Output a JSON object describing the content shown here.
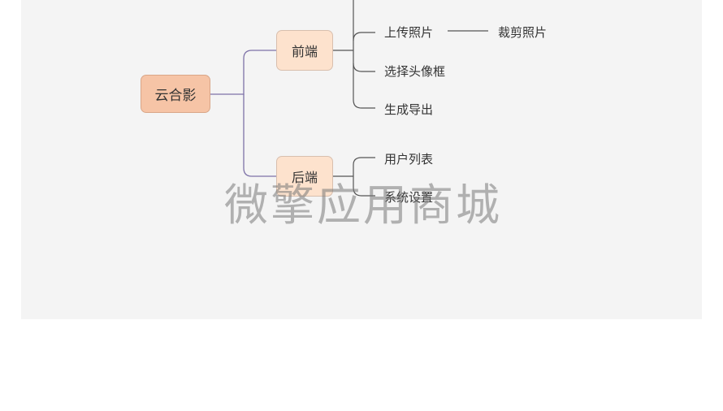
{
  "mindmap": {
    "root": "云合影",
    "branches": {
      "frontend": {
        "label": "前端",
        "children": [
          "上传照片",
          "选择头像框",
          "生成导出"
        ],
        "grandchild": "裁剪照片"
      },
      "backend": {
        "label": "后端",
        "children": [
          "用户列表",
          "系统设置"
        ]
      }
    }
  },
  "watermark": "微擎应用商城",
  "colors": {
    "canvas": "#f4f4f4",
    "root_fill": "#f6c4a6",
    "branch_fill": "#fde2cd",
    "root_link": "#7e72a8",
    "leaf_link": "#555555"
  }
}
